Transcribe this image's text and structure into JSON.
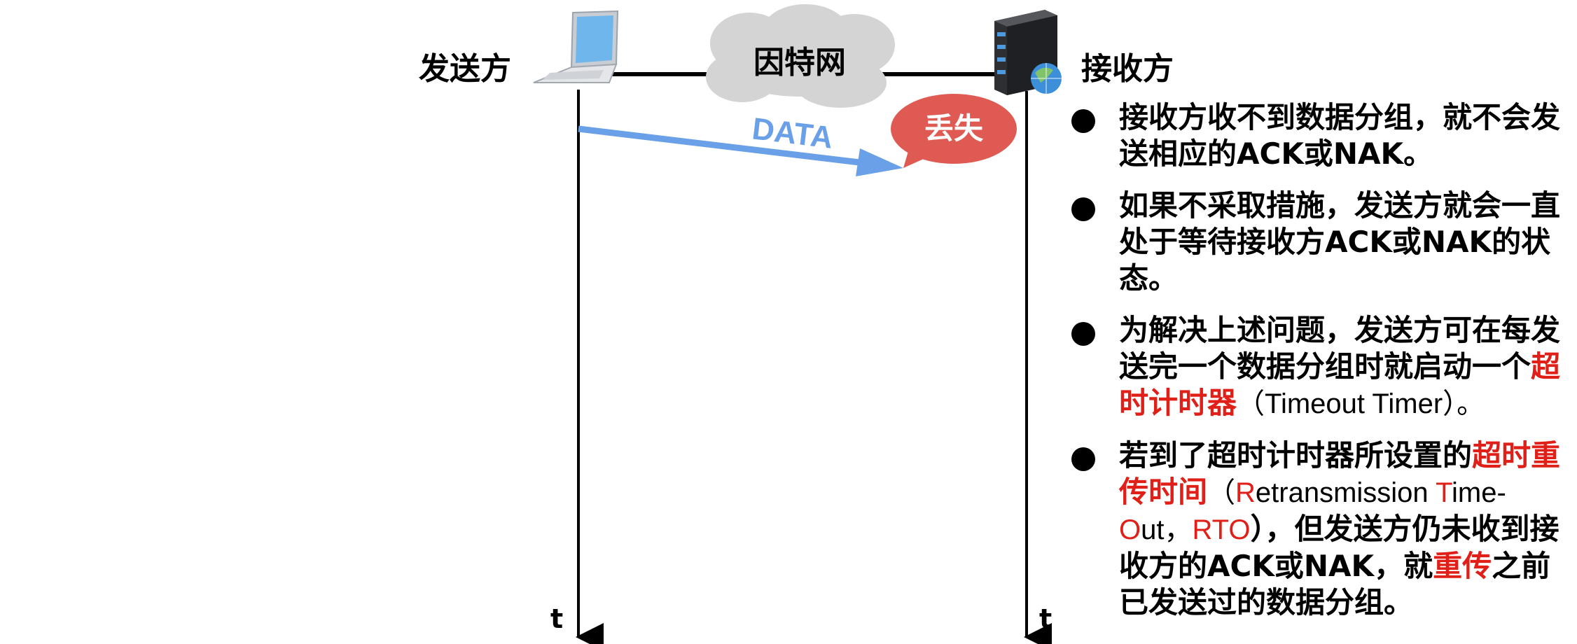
{
  "diagram": {
    "sender_label": "发送方",
    "receiver_label": "接收方",
    "network_label": "因特网",
    "data_arrow_label": "DATA",
    "loss_label": "丢失",
    "time_label_left": "t",
    "time_label_right": "t",
    "icons": {
      "sender": "laptop-icon",
      "receiver": "server-icon",
      "network": "cloud-icon",
      "loss": "speech-bubble-icon"
    },
    "colors": {
      "arrow": "#6aa0e8",
      "bubble": "#e05a54",
      "highlight": "#e02018",
      "cloud": "#d4d4d4"
    }
  },
  "notes": [
    {
      "text_1": "接收方收不到数据分组，就不会发送相应的ACK或NAK。"
    },
    {
      "text_1": "如果不采取措施，发送方就会一直处于等待接收方ACK或NAK的状态。"
    },
    {
      "text_1": "为解决上述问题，发送方可在每发送完一个数据分组时就启动一个",
      "red_1": "超时计时器",
      "latin_1": "（Timeout Timer）。"
    },
    {
      "text_1": "若到了超时计时器所设置的",
      "red_1": "超时重传时间",
      "paren_open": "（",
      "red_r": "R",
      "latin_r": "etransmission ",
      "red_t": "T",
      "latin_t": "ime-",
      "red_o": "O",
      "latin_o": "ut，",
      "red_rto": "RTO",
      "text_2": "），但发送方仍未收到接收方的ACK或NAK，就",
      "red_2": "重传",
      "text_3": "之前已发送过的数据分组。"
    }
  ]
}
